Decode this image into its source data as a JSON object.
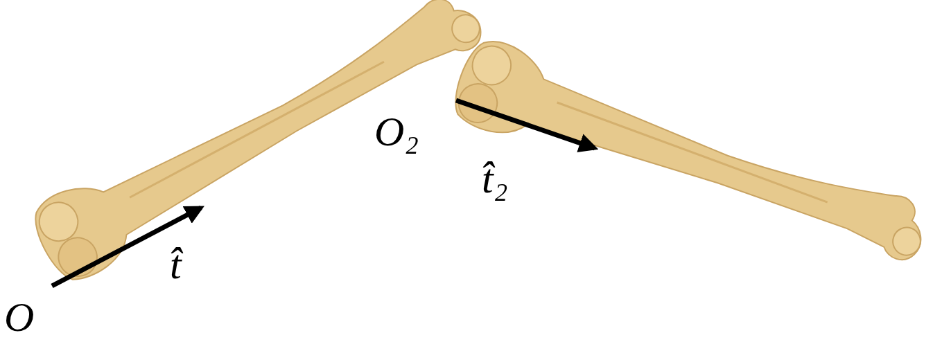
{
  "diagram": {
    "labels": [
      "O",
      "t̂",
      "O₂",
      "t̂₂"
    ]
  }
}
